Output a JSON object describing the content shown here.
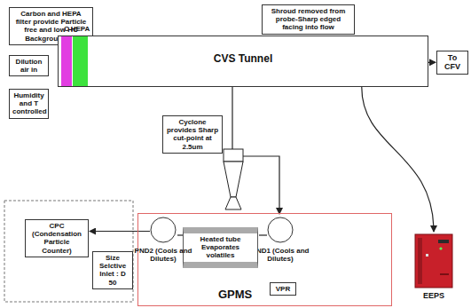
{
  "diagram": {
    "nodes": [
      {
        "text": [
          "Carbon and HEPA filter provide Particle free and low HC Background air"
        ]
      },
      {
        "text": [
          "Dilution air in"
        ]
      },
      {
        "text": [
          "Humidity and T controlled"
        ]
      },
      {
        "text": [
          "CVS Tunnel"
        ]
      },
      {
        "text": [
          "C"
        ],
        "in": 3
      },
      {
        "text": [
          "HEPA"
        ],
        "in": 3
      },
      {
        "text": [
          "Shroud removed from probe-Sharp edged facing into flow"
        ]
      },
      {
        "text": [
          "To CFV"
        ]
      },
      {
        "text": [
          "Cyclone provides Sharp cut-point at 2.5um"
        ]
      },
      {
        "text": [
          "EEPS"
        ]
      },
      {
        "text": [
          "GPMS"
        ]
      },
      {
        "text": [
          "PND1 (Cools and Dilutes)"
        ],
        "in": 10
      },
      {
        "text": [
          "Heated tube Evaporates volatiles"
        ],
        "in": 10
      },
      {
        "text": [
          "PND2 (Cools and Dilutes)"
        ],
        "in": 10
      },
      {
        "text": [
          "VPR"
        ],
        "in": 10
      },
      {
        "text": [
          "CPC (Condensation Particle Counter)"
        ]
      },
      {
        "text": [
          "Size Selctive Inlet : D 50"
        ]
      }
    ],
    "edges": [
      {
        "from": 3,
        "to": 7,
        "arrow": "to"
      },
      {
        "from": 3,
        "to": 9,
        "arrow": "to"
      },
      {
        "from": 11,
        "to": 12,
        "arrow": "none"
      },
      {
        "from": 12,
        "to": 13,
        "arrow": "none"
      },
      {
        "from": 13,
        "to": 15,
        "arrow": "to"
      }
    ]
  }
}
